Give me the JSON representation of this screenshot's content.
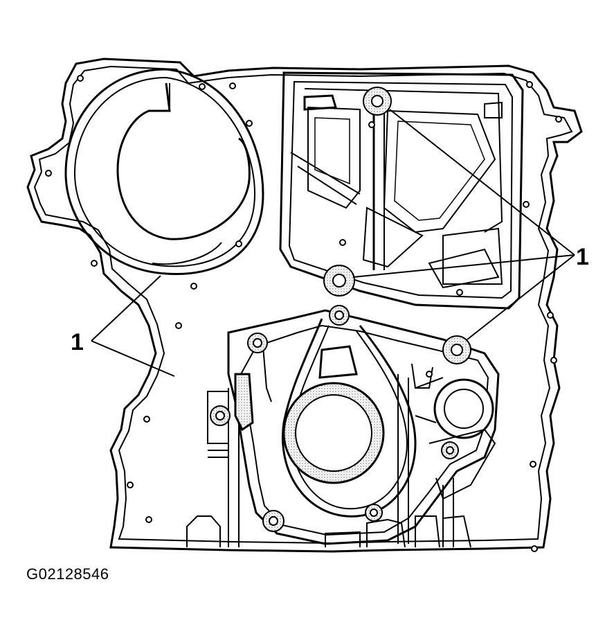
{
  "callouts": [
    {
      "label": "1"
    },
    {
      "label": "1"
    }
  ],
  "figure_id": "G02128546",
  "colors": {
    "line": "#000000",
    "background": "#ffffff",
    "shading": "#9a9a9a"
  }
}
